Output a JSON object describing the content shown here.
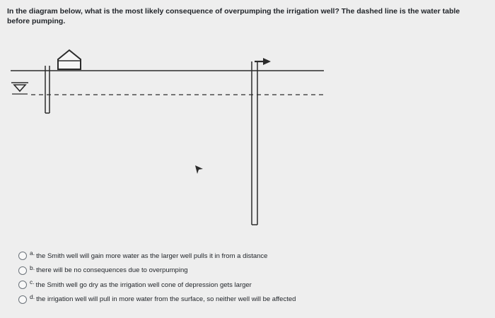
{
  "question": {
    "text": "In the diagram below, what is the most likely consequence of overpumping the irrigation well? The dashed line is the water table before pumping."
  },
  "options": [
    {
      "letter": "a.",
      "text": "the Smith well will gain more water as the larger well pulls it in from a distance"
    },
    {
      "letter": "b.",
      "text": "there will be no consequences due to overpumping"
    },
    {
      "letter": "c.",
      "text": "the Smith well go dry as the irrigation well cone of depression gets larger"
    },
    {
      "letter": "d.",
      "text": "the irrigation well will pull in more water from the surface, so neither well will be affected"
    }
  ],
  "diagram": {
    "line_color": "#2b2b2b",
    "icons": [
      "house-icon",
      "water-table-symbol-icon",
      "pump-flag-icon",
      "cursor-arrow-icon"
    ]
  }
}
